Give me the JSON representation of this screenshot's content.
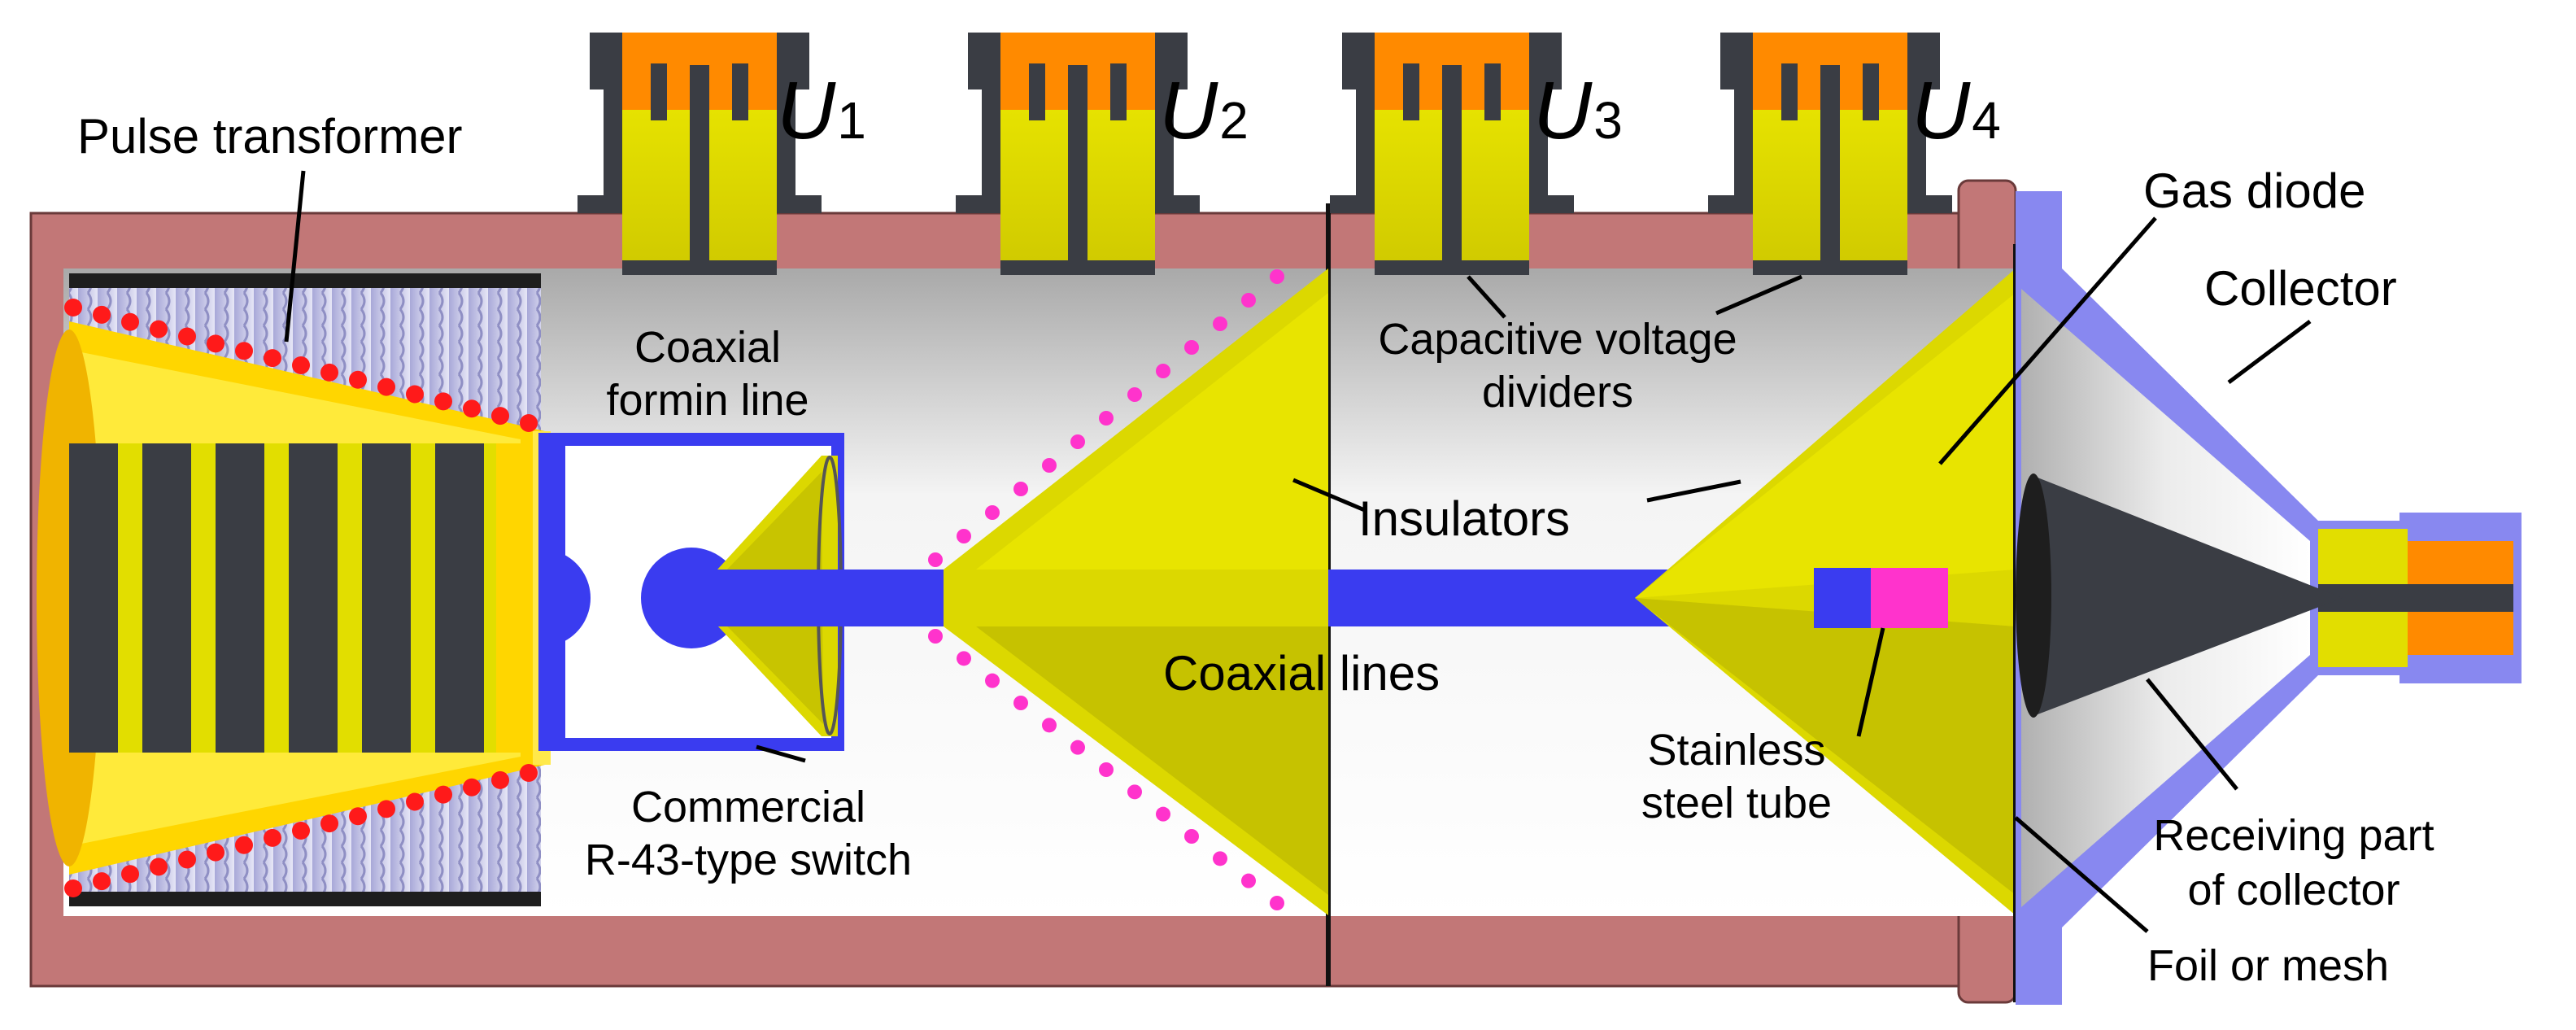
{
  "labels": {
    "pulse_transformer": "Pulse transformer",
    "forming_line_1": "Coaxial",
    "forming_line_2": "formin line",
    "switch_1": "Commercial",
    "switch_2": "R-43-type switch",
    "voltage_dividers_1": "Capacitive voltage",
    "voltage_dividers_2": "dividers",
    "insulators": "Insulators",
    "coaxial_lines": "Coaxial lines",
    "steel_tube_1": "Stainless",
    "steel_tube_2": "steel tube",
    "gas_diode": "Gas diode",
    "collector": "Collector",
    "receiving_1": "Receiving part",
    "receiving_2": "of collector",
    "foil_mesh": "Foil or mesh"
  },
  "dividers": [
    {
      "letter": "U",
      "index": "1"
    },
    {
      "letter": "U",
      "index": "2"
    },
    {
      "letter": "U",
      "index": "3"
    },
    {
      "letter": "U",
      "index": "4"
    }
  ],
  "colors": {
    "housing": "#c27777",
    "insulator": "#dcd800",
    "conductor": "#3a3cf0",
    "collector": "#8888f0",
    "core": "#3a3d44",
    "bead_red": "#ff1a1a",
    "bead_magenta": "#ff33cc",
    "connector_orange": "#ff8a00"
  }
}
